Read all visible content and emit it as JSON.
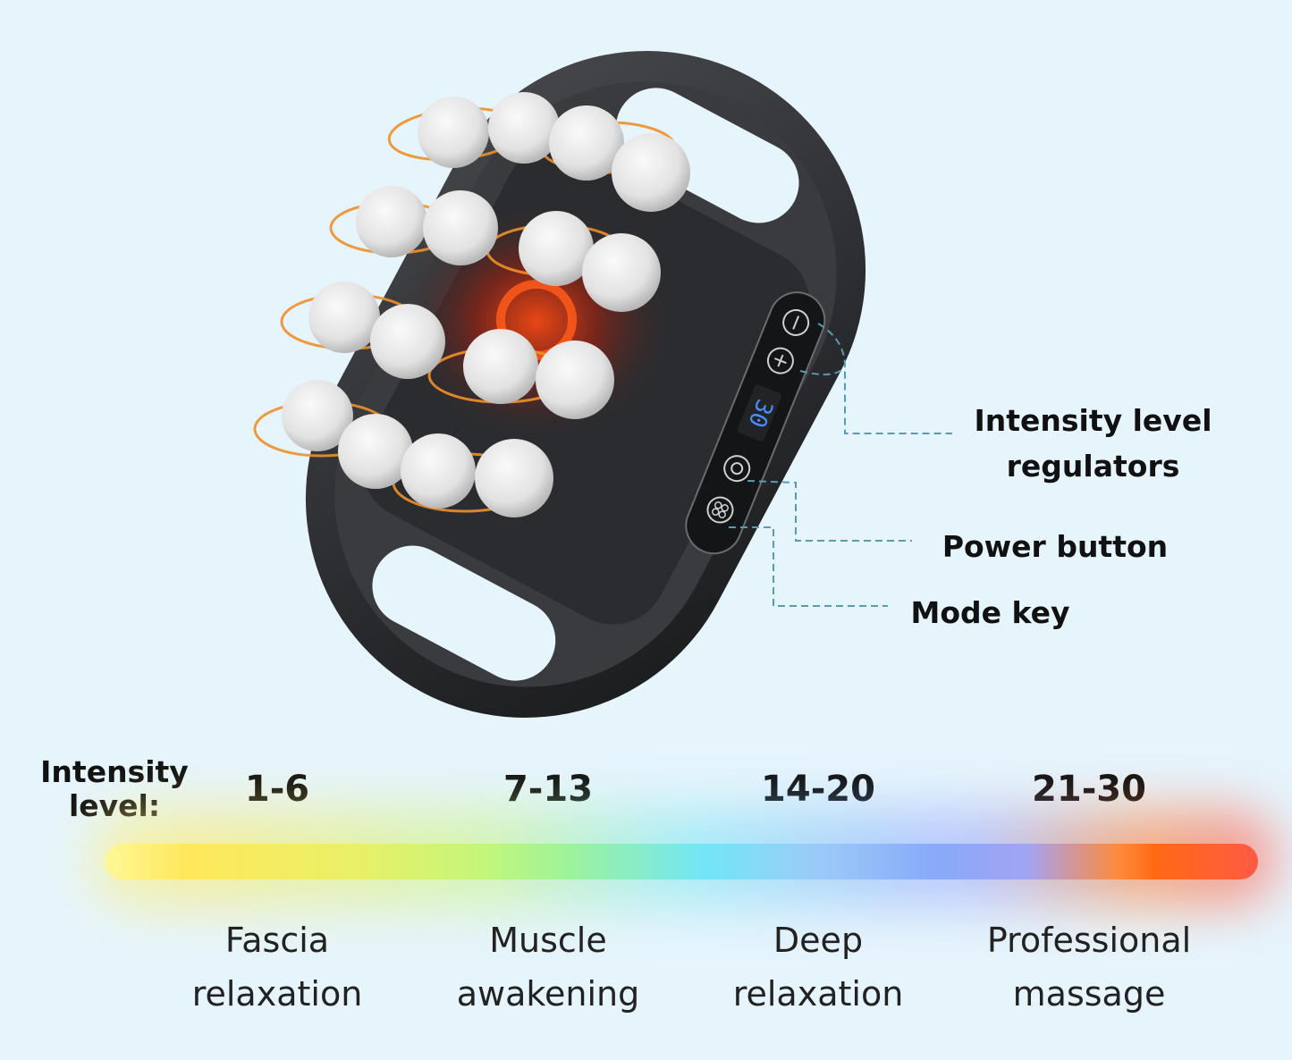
{
  "callouts": {
    "intensity_regulators": "Intensity level regulators",
    "intensity_regulators_line1": "Intensity level",
    "intensity_regulators_line2": "regulators",
    "power_button": "Power button",
    "mode_key": "Mode key"
  },
  "device": {
    "display_value": "30",
    "buttons": [
      "minus",
      "plus",
      "power",
      "mode"
    ]
  },
  "intensity_scale": {
    "label_line1": "Intensity",
    "label_line2": "level:",
    "levels": [
      {
        "range": "1-6",
        "desc_line1": "Fascia",
        "desc_line2": "relaxation",
        "color": "#ffe85c"
      },
      {
        "range": "7-13",
        "desc_line1": "Muscle",
        "desc_line2": "awakening",
        "color": "#9ef39a"
      },
      {
        "range": "14-20",
        "desc_line1": "Deep",
        "desc_line2": "relaxation",
        "color": "#88aaf9"
      },
      {
        "range": "21-30",
        "desc_line1": "Professional",
        "desc_line2": "massage",
        "color": "#ff5a46"
      }
    ]
  },
  "colors": {
    "background": "#e6f4fc",
    "device_body": "#2c2d30",
    "ball": "#ededed",
    "motion_lines": "#f0902a",
    "heat": "#ff5a1a",
    "display_digits": "#4a8cff",
    "callout_line": "#5a9ab5"
  }
}
